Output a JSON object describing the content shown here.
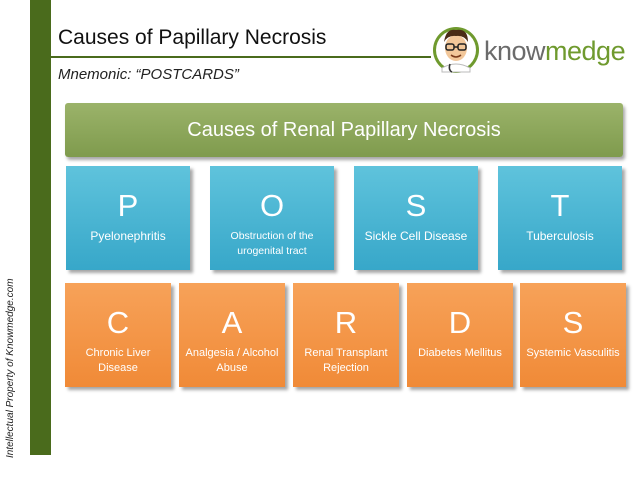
{
  "title": "Causes of Papillary Necrosis",
  "subtitle": "Mnemonic: “POSTCARDS”",
  "side_text": "Intellectual Property of Knowmedge.com",
  "logo": {
    "prefix": "know",
    "accent": "medge",
    "icon": "doctor-mascot-icon"
  },
  "banner": "Causes of Renal Papillary Necrosis",
  "colors": {
    "green": "#4a6b1c",
    "banner": "#8ca65a",
    "blue": "#48b5d3",
    "orange": "#f4963f"
  },
  "row1": [
    {
      "letter": "P",
      "desc": "Pyelonephritis"
    },
    {
      "letter": "O",
      "desc": "Obstruction of the urogenital tract"
    },
    {
      "letter": "S",
      "desc": "Sickle Cell Disease"
    },
    {
      "letter": "T",
      "desc": "Tuberculosis"
    }
  ],
  "row2": [
    {
      "letter": "C",
      "desc": "Chronic Liver Disease"
    },
    {
      "letter": "A",
      "desc": "Analgesia / Alcohol Abuse"
    },
    {
      "letter": "R",
      "desc": "Renal Transplant Rejection"
    },
    {
      "letter": "D",
      "desc": "Diabetes Mellitus"
    },
    {
      "letter": "S",
      "desc": "Systemic Vasculitis"
    }
  ]
}
